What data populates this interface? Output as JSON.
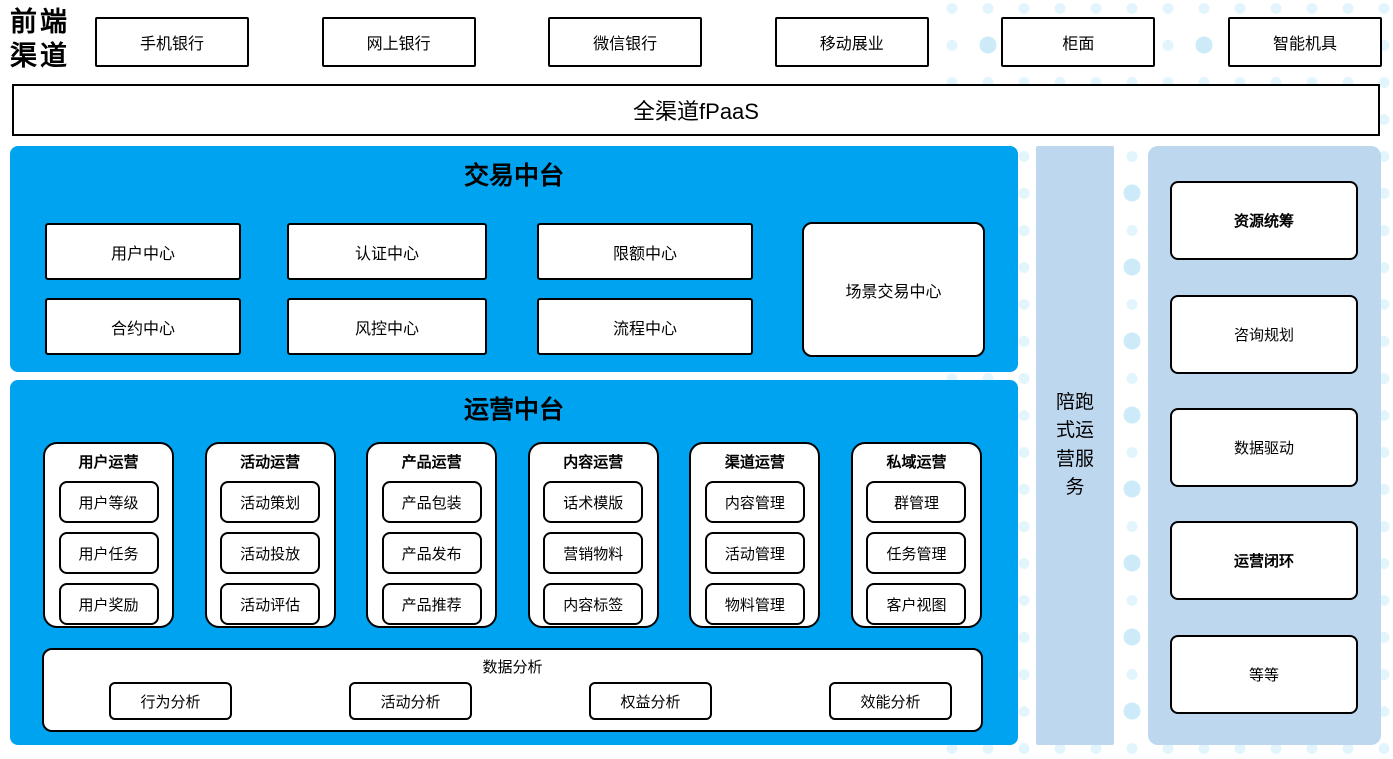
{
  "front_channels": {
    "label": "前端渠道",
    "items": [
      "手机银行",
      "网上银行",
      "微信银行",
      "移动展业",
      "柜面",
      "智能机具"
    ]
  },
  "fpaas": {
    "label": "全渠道fPaaS"
  },
  "trading": {
    "title": "交易中台",
    "row1": [
      "用户中心",
      "认证中心",
      "限额中心"
    ],
    "row2": [
      "合约中心",
      "风控中心",
      "流程中心"
    ],
    "tall_box": "场景交易中心"
  },
  "operations": {
    "title": "运营中台",
    "columns": [
      {
        "header": "用户运营",
        "items": [
          "用户等级",
          "用户任务",
          "用户奖励"
        ]
      },
      {
        "header": "活动运营",
        "items": [
          "活动策划",
          "活动投放",
          "活动评估"
        ]
      },
      {
        "header": "产品运营",
        "items": [
          "产品包装",
          "产品发布",
          "产品推荐"
        ]
      },
      {
        "header": "内容运营",
        "items": [
          "话术模版",
          "营销物料",
          "内容标签"
        ]
      },
      {
        "header": "渠道运营",
        "items": [
          "内容管理",
          "活动管理",
          "物料管理"
        ]
      },
      {
        "header": "私域运营",
        "items": [
          "群管理",
          "任务管理",
          "客户视图"
        ]
      }
    ],
    "analysis": {
      "header": "数据分析",
      "items": [
        "行为分析",
        "活动分析",
        "权益分析",
        "效能分析"
      ]
    }
  },
  "side_bar": {
    "label": "陪跑式运营服务"
  },
  "right_column": {
    "items": [
      "资源统筹",
      "咨询规划",
      "数据驱动",
      "运营闭环",
      "等等"
    ]
  },
  "colors": {
    "bright_blue": "#00a3ef",
    "light_blue": "#bdd7ee",
    "dot_blue": "#cdeaf8",
    "border": "#000000"
  }
}
